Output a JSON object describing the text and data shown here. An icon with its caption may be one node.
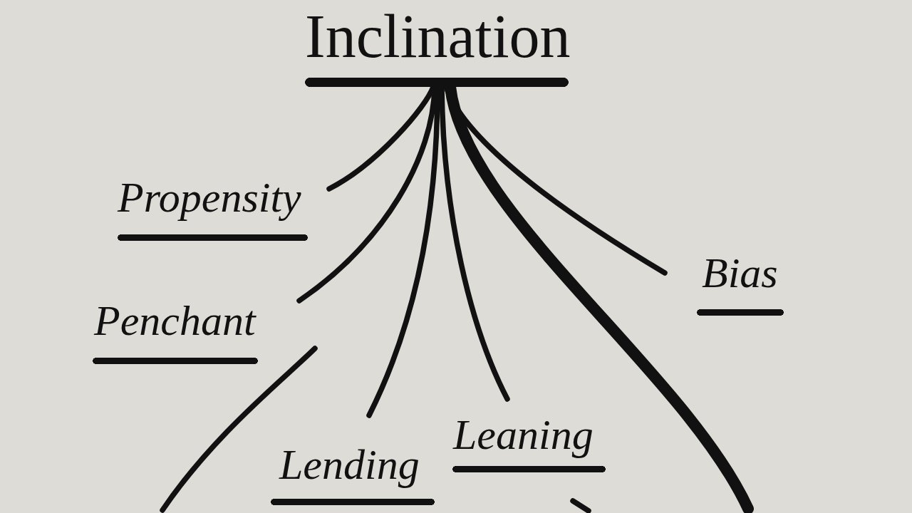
{
  "diagram": {
    "nodes": [
      {
        "text": [
          "Inclination"
        ]
      },
      {
        "text": [
          "Propensity"
        ]
      },
      {
        "text": [
          "Bias"
        ]
      },
      {
        "text": [
          "Penchant"
        ]
      },
      {
        "text": [
          "Leaning"
        ]
      },
      {
        "text": [
          "Lending"
        ]
      }
    ],
    "edges": [
      {
        "from": 0,
        "to": 1,
        "arrow": "none"
      },
      {
        "from": 0,
        "to": 3,
        "arrow": "none"
      },
      {
        "from": 0,
        "to": 5,
        "arrow": "none"
      },
      {
        "from": 0,
        "to": 4,
        "arrow": "none"
      },
      {
        "from": 0,
        "to": 2,
        "arrow": "none"
      },
      {
        "from": 0,
        "to": null,
        "arrow": "none",
        "style": "thick"
      }
    ]
  }
}
